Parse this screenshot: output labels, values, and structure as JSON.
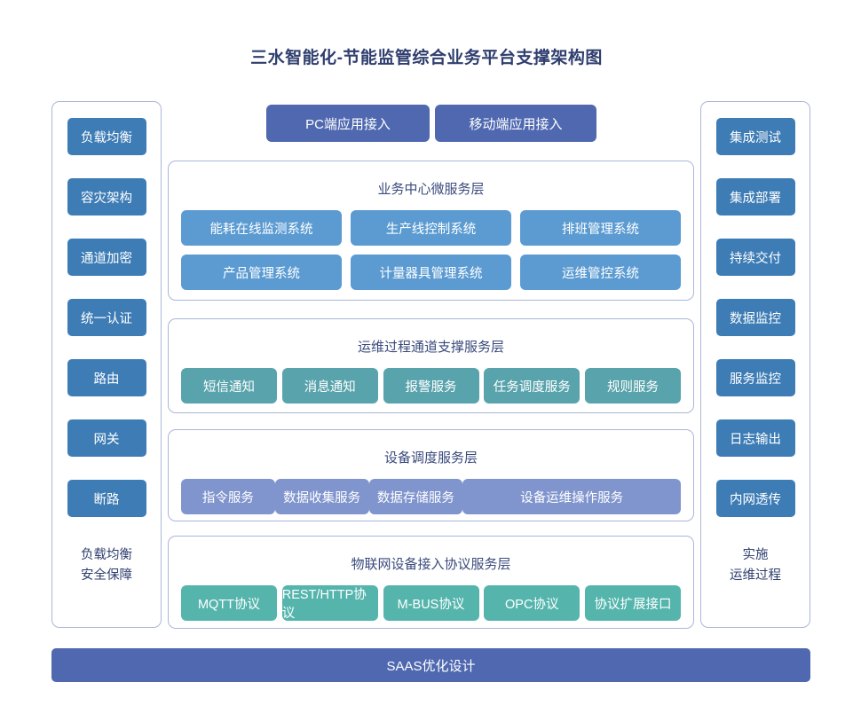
{
  "title": "三水智能化-节能监管综合业务平台支撑架构图",
  "top_access_buttons": [
    {
      "label": "PC端应用接入"
    },
    {
      "label": "移动端应用接入"
    }
  ],
  "left_column": {
    "buttons": [
      {
        "label": "负载均衡"
      },
      {
        "label": "容灾架构"
      },
      {
        "label": "通道加密"
      },
      {
        "label": "统一认证"
      },
      {
        "label": "路由"
      },
      {
        "label": "网关"
      },
      {
        "label": "断路"
      }
    ],
    "caption_line1": "负载均衡",
    "caption_line2": "安全保障"
  },
  "right_column": {
    "buttons": [
      {
        "label": "集成测试"
      },
      {
        "label": "集成部署"
      },
      {
        "label": "持续交付"
      },
      {
        "label": "数据监控"
      },
      {
        "label": "服务监控"
      },
      {
        "label": "日志输出"
      },
      {
        "label": "内网透传"
      }
    ],
    "caption_line1": "实施",
    "caption_line2": "运维过程"
  },
  "layers": [
    {
      "title": "业务中心微服务层",
      "color": "#5b9bd2",
      "rows": [
        [
          {
            "label": "能耗在线监测系统"
          },
          {
            "label": "生产线控制系统"
          },
          {
            "label": "排班管理系统"
          }
        ],
        [
          {
            "label": "产品管理系统"
          },
          {
            "label": "计量器具管理系统"
          },
          {
            "label": "运维管控系统"
          }
        ]
      ]
    },
    {
      "title": "运维过程通道支撑服务层",
      "color": "#59a3ac",
      "rows": [
        [
          {
            "label": "短信通知"
          },
          {
            "label": "消息通知"
          },
          {
            "label": "报警服务"
          },
          {
            "label": "任务调度服务"
          },
          {
            "label": "规则服务"
          }
        ]
      ]
    },
    {
      "title": "设备调度服务层",
      "color": "#8095ce",
      "rows": [
        [
          {
            "label": "指令服务"
          },
          {
            "label": "数据收集服务"
          },
          {
            "label": "数据存储服务"
          },
          {
            "label": "设备运维操作服务",
            "wide": true
          }
        ]
      ]
    },
    {
      "title": "物联网设备接入协议服务层",
      "color": "#55b5ad",
      "rows": [
        [
          {
            "label": "MQTT协议"
          },
          {
            "label": "REST/HTTP协议"
          },
          {
            "label": "M-BUS协议"
          },
          {
            "label": "OPC协议"
          },
          {
            "label": "协议扩展接口"
          }
        ]
      ]
    }
  ],
  "bottom_bar": {
    "label": "SAAS优化设计"
  },
  "colors": {
    "title_text": "#2f3e6e",
    "panel_border": "#aab6d8",
    "side_button": "#3d7cb5",
    "accent_bar": "#4f68b0",
    "layer_title_text": "#3a4a7c"
  }
}
